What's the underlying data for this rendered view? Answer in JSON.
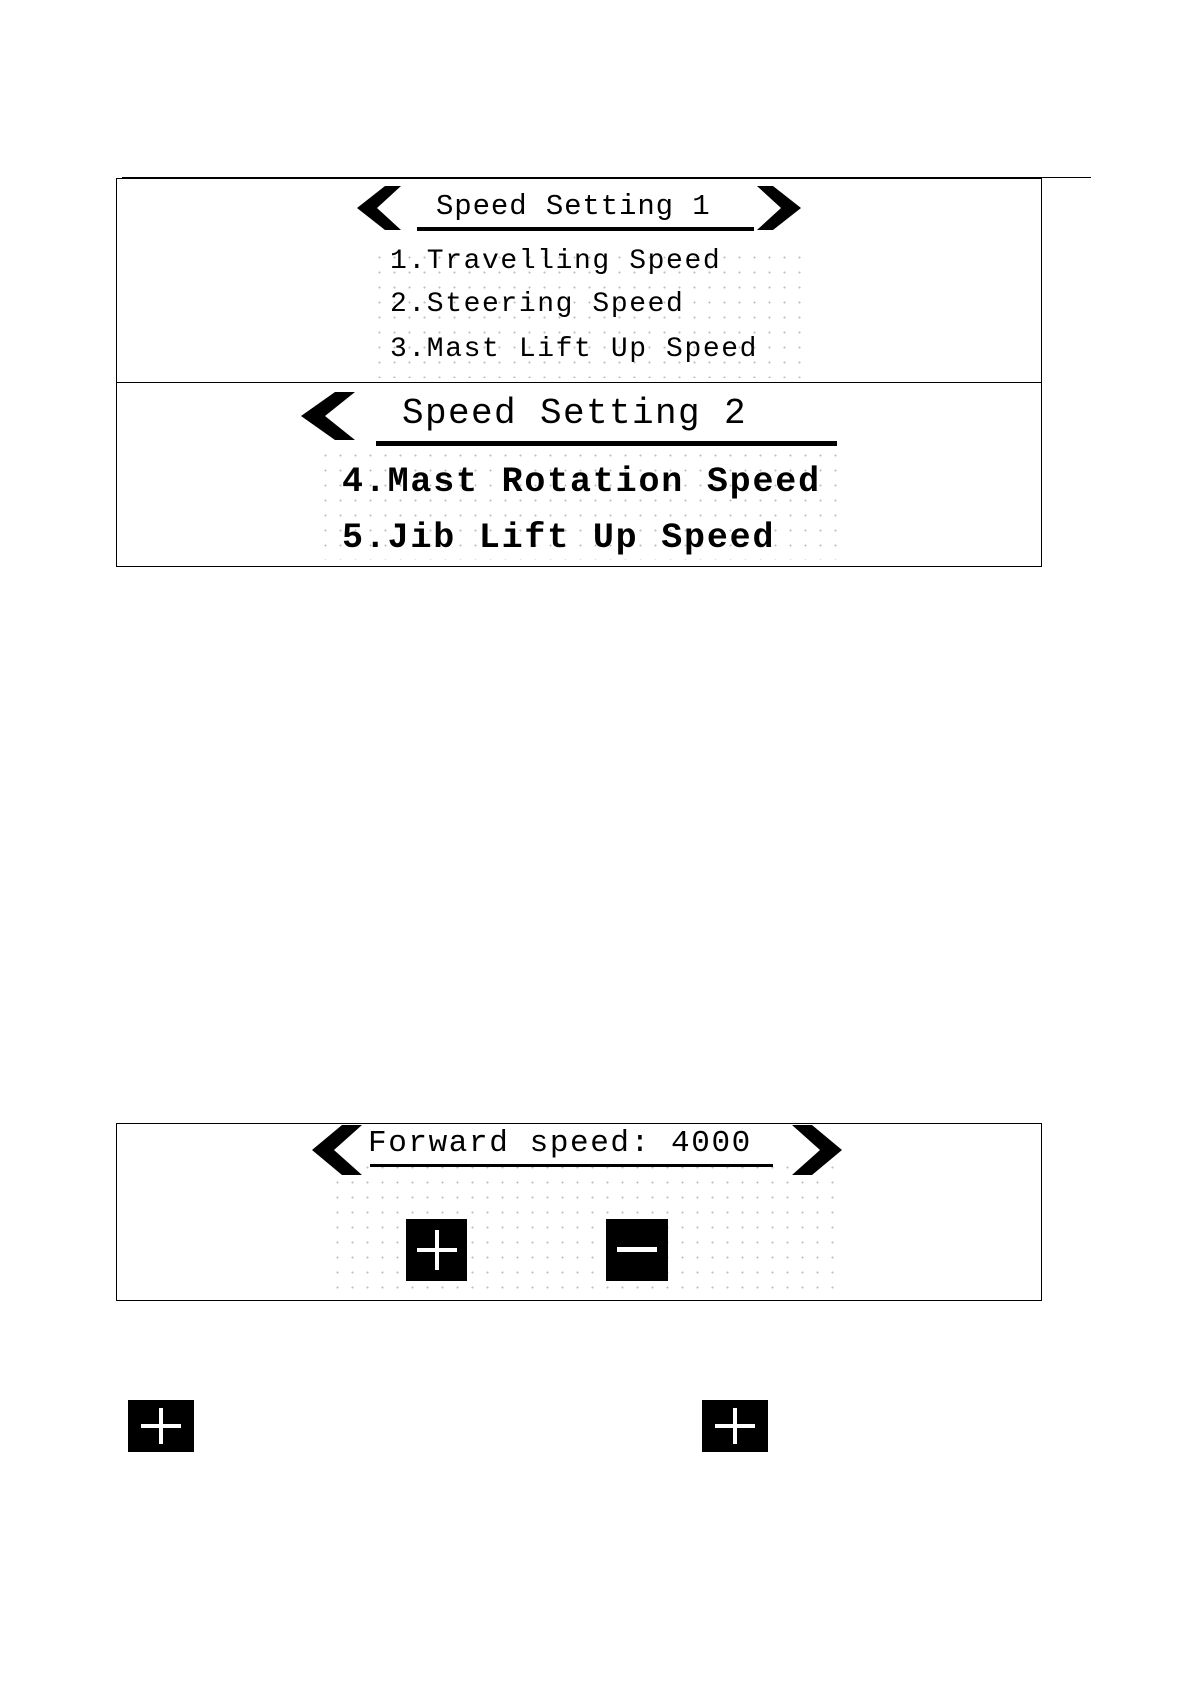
{
  "speed_setting_1": {
    "title": "Speed Setting 1",
    "items": [
      "1.Travelling Speed",
      "2.Steering Speed",
      "3.Mast Lift Up Speed"
    ],
    "icons": {
      "prev": "chevron-left-icon",
      "next": "chevron-right-icon"
    }
  },
  "speed_setting_2": {
    "title": "Speed Setting 2",
    "items": [
      "4.Mast Rotation Speed",
      "5.Jib Lift Up Speed"
    ],
    "icons": {
      "prev": "chevron-left-icon"
    }
  },
  "forward_speed": {
    "title": "Forward speed: 4000",
    "icons": {
      "prev": "chevron-left-icon",
      "next": "chevron-right-icon",
      "increase": "plus-icon",
      "decrease": "minus-icon"
    }
  },
  "legend_icons": [
    "plus-icon",
    "plus-icon"
  ],
  "colors": {
    "foreground": "#000000",
    "background": "#ffffff"
  }
}
